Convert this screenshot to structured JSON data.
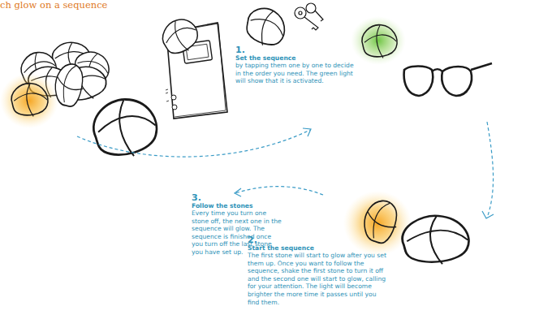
{
  "diagram": {
    "title": "ch glow on a sequence",
    "labels": [
      "1.",
      "Set the sequence",
      "by tapping them one by one to decide in the order you need. The green light will show that it is activated.",
      "2.",
      "Start the sequence",
      "The first stone will start to glow after you set them up. Once you want to follow the sequence, shake the first stone to turn it off and the second one will start to glow, calling for your attention. The light will become brighter the more time it passes until you find them.",
      "3.",
      "Follow the stones",
      "Every time you turn one stone off, the next one in the sequence will glow. The sequence is finished once you turn off the last stone you have set up."
    ]
  }
}
